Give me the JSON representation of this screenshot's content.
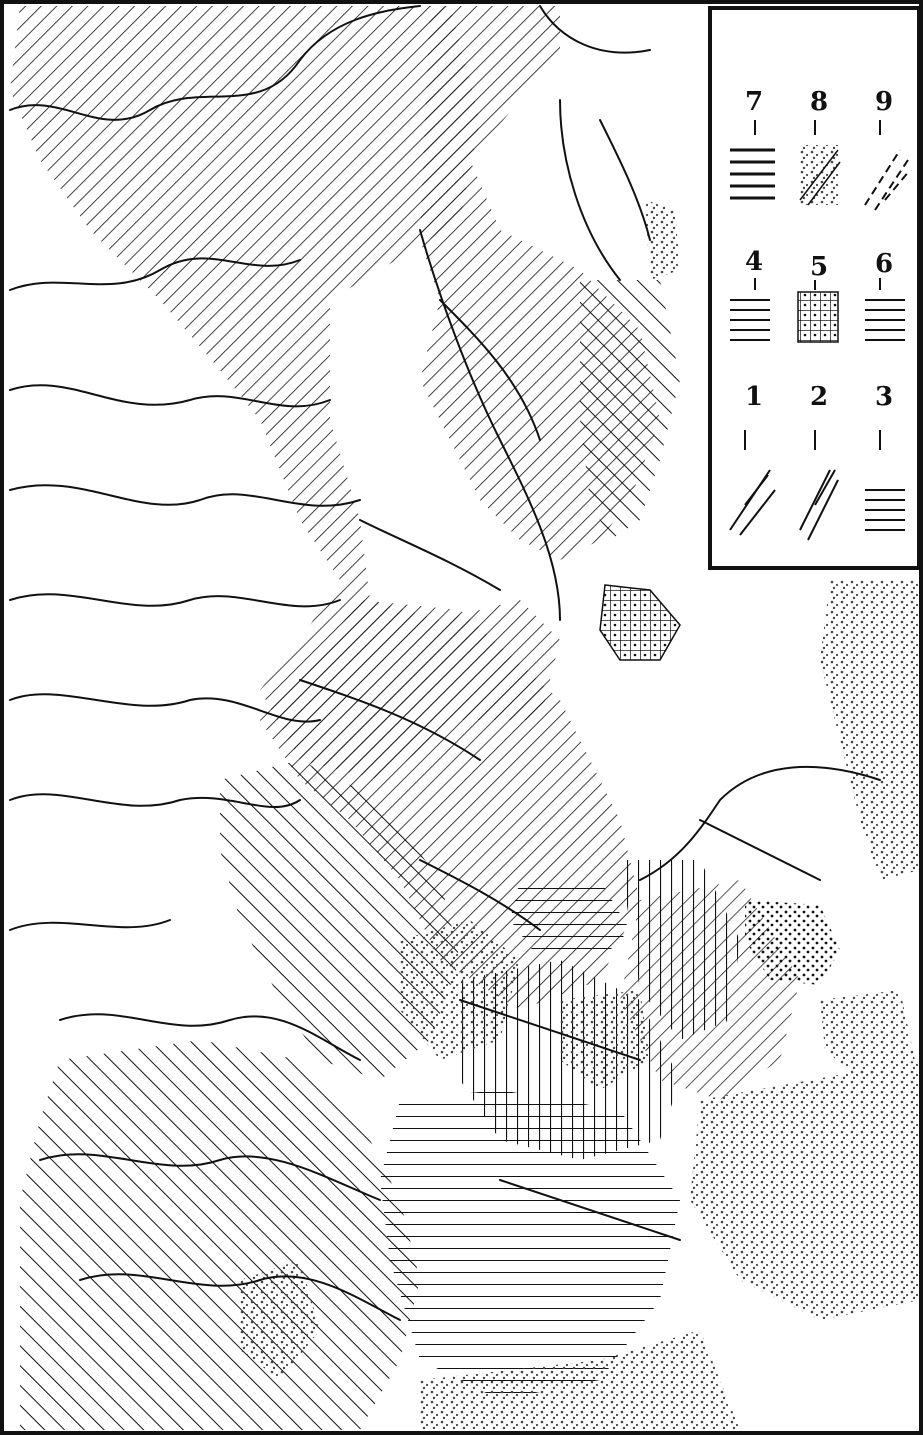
{
  "colors": {
    "ink": "#111111",
    "paper": "#ffffff",
    "mountain_stipple": "#444444"
  },
  "legend": {
    "items": [
      {
        "number": "1",
        "pattern": "hatch-backslash-wide"
      },
      {
        "number": "2",
        "pattern": "hatch-slash"
      },
      {
        "number": "3",
        "pattern": "hatch-vertical"
      },
      {
        "number": "4",
        "pattern": "hatch-vertical-dense"
      },
      {
        "number": "5",
        "pattern": "grid-dotted"
      },
      {
        "number": "6",
        "pattern": "hatch-vertical-double"
      },
      {
        "number": "7",
        "pattern": "hatch-horizontal-bold"
      },
      {
        "number": "8",
        "pattern": "stipple-crosshatch"
      },
      {
        "number": "9",
        "pattern": "hatch-slash-dashed"
      }
    ]
  }
}
